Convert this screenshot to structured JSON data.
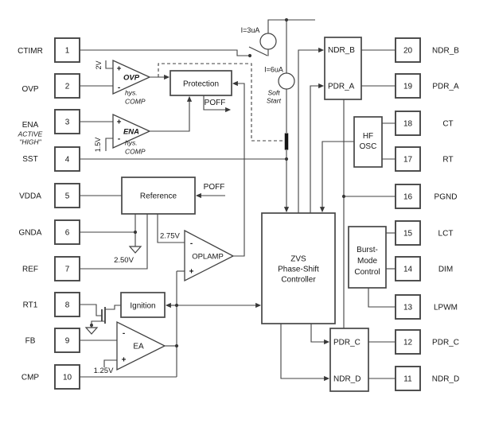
{
  "pins": {
    "left": [
      {
        "num": "1",
        "label": "CTIMR"
      },
      {
        "num": "2",
        "label": "OVP"
      },
      {
        "num": "3",
        "label": "ENA",
        "note1": "ACTIVE",
        "note2": "\"HIGH\""
      },
      {
        "num": "4",
        "label": "SST"
      },
      {
        "num": "5",
        "label": "VDDA"
      },
      {
        "num": "6",
        "label": "GNDA"
      },
      {
        "num": "7",
        "label": "REF"
      },
      {
        "num": "8",
        "label": "RT1"
      },
      {
        "num": "9",
        "label": "FB"
      },
      {
        "num": "10",
        "label": "CMP"
      }
    ],
    "right": [
      {
        "num": "20",
        "label": "NDR_B"
      },
      {
        "num": "19",
        "label": "PDR_A"
      },
      {
        "num": "18",
        "label": "CT"
      },
      {
        "num": "17",
        "label": "RT"
      },
      {
        "num": "16",
        "label": "PGND"
      },
      {
        "num": "15",
        "label": "LCT"
      },
      {
        "num": "14",
        "label": "DIM"
      },
      {
        "num": "13",
        "label": "LPWM"
      },
      {
        "num": "12",
        "label": "PDR_C"
      },
      {
        "num": "11",
        "label": "NDR_D"
      }
    ]
  },
  "blocks": {
    "protection": "Protection",
    "reference": "Reference",
    "ignition": "Ignition",
    "zvs1": "ZVS",
    "zvs2": "Phase-Shift",
    "zvs3": "Controller",
    "hf1": "HF",
    "hf2": "OSC",
    "burst1": "Burst-",
    "burst2": "Mode",
    "burst3": "Control",
    "drv_top_a": "NDR_B",
    "drv_top_b": "PDR_A",
    "drv_bot_a": "PDR_C",
    "drv_bot_b": "NDR_D"
  },
  "amps": {
    "ovp": {
      "name": "OVP",
      "ref": "2V",
      "hys": "hys.",
      "comp": "COMP"
    },
    "ena": {
      "name": "ENA",
      "ref": "1.5V",
      "hys": "hys.",
      "comp": "COMP"
    },
    "oplamp": {
      "name": "OPLAMP",
      "ref": "2.75V"
    },
    "ea": {
      "name": "EA",
      "ref": "1.25V"
    }
  },
  "sym": {
    "plus": "+",
    "minus": "-"
  },
  "signals": {
    "poff_out": "POFF",
    "poff_in": "POFF",
    "ref_out": "2.50V",
    "i3": "I=3uA",
    "i6": "I=6uA",
    "soft1": "Soft",
    "soft2": "Start"
  }
}
